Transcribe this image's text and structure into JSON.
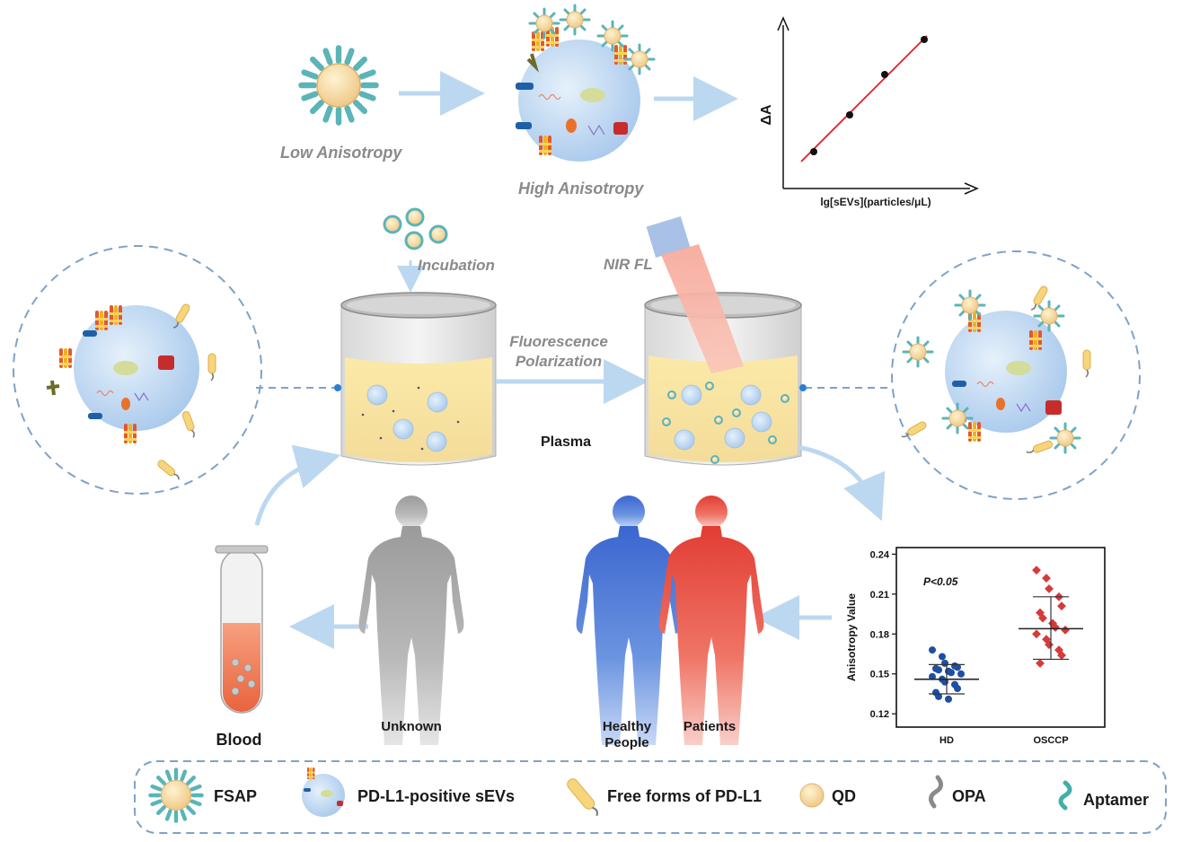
{
  "labels": {
    "low_anisotropy": "Low Anisotropy",
    "high_anisotropy": "High Anisotropy",
    "incubation": "Incubation",
    "nir_fl": "NIR FL",
    "fp_line1": "Fluorescence",
    "fp_line2": "Polarization",
    "plasma": "Plasma",
    "blood": "Blood",
    "unknown": "Unknown",
    "healthy_line1": "Healthy",
    "healthy_line2": "People",
    "patients": "Patients"
  },
  "calibration_plot": {
    "ylabel": "ΔA",
    "xlabel": "lg[sEVs](particles/μL)"
  },
  "chart_data": {
    "type": "scatter",
    "title": "",
    "annotation": "P<0.05",
    "xlabel": "",
    "ylabel": "Anisotropy Value",
    "categories": [
      "HD",
      "OSCCP"
    ],
    "ylim": [
      0.11,
      0.245
    ],
    "yticks": [
      "0.24",
      "0.21",
      "0.18",
      "0.15",
      "0.12"
    ],
    "series": [
      {
        "name": "HD",
        "color": "#1e4fa3",
        "values": [
          0.168,
          0.163,
          0.158,
          0.156,
          0.155,
          0.154,
          0.153,
          0.152,
          0.151,
          0.15,
          0.148,
          0.146,
          0.144,
          0.142,
          0.139,
          0.136,
          0.133,
          0.131
        ],
        "mean": 0.146,
        "sd": [
          0.135,
          0.157
        ]
      },
      {
        "name": "OSCCP",
        "color": "#d63a3a",
        "values": [
          0.228,
          0.222,
          0.214,
          0.208,
          0.201,
          0.196,
          0.192,
          0.188,
          0.185,
          0.183,
          0.18,
          0.176,
          0.172,
          0.168,
          0.164,
          0.158
        ],
        "mean": 0.184,
        "sd": [
          0.161,
          0.208
        ]
      }
    ]
  },
  "legend": [
    {
      "key": "fsap",
      "label": "FSAP"
    },
    {
      "key": "sev",
      "label": "PD-L1-positive sEVs"
    },
    {
      "key": "free",
      "label": "Free forms of PD-L1"
    },
    {
      "key": "qd",
      "label": "QD"
    },
    {
      "key": "opa",
      "label": "OPA"
    },
    {
      "key": "aptamer",
      "label": "Aptamer"
    }
  ],
  "colors": {
    "vesicle": "#c9dff5",
    "qd_core": "#f3d9a0",
    "qd_ring": "#5ab4b8",
    "liquid": "#f6e3a5",
    "arrow": "#bcd8f0",
    "healthy": "#3d6fd1",
    "patient": "#e44b44",
    "unknown": "#a9a9a9"
  }
}
